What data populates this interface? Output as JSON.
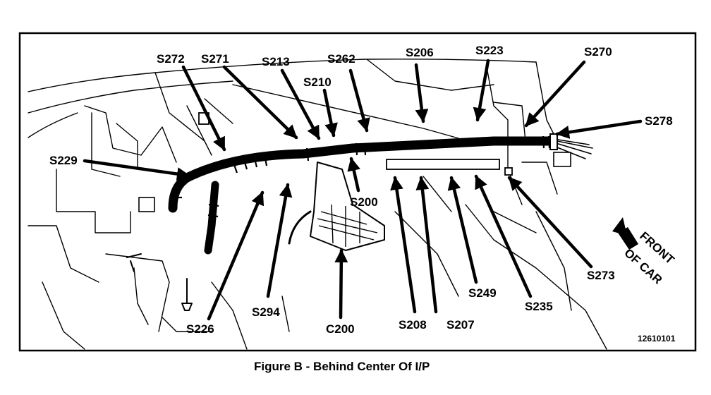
{
  "figure": {
    "caption": "Figure B - Behind Center Of I/P",
    "part_number": "12610101",
    "direction_label": [
      "FRONT",
      "OF CAR"
    ]
  },
  "labels": {
    "s272": "S272",
    "s271": "S271",
    "s213": "S213",
    "s262": "S262",
    "s206": "S206",
    "s223": "S223",
    "s270": "S270",
    "s210": "S210",
    "s278": "S278",
    "s229": "S229",
    "s200": "S200",
    "s273": "S273",
    "s226": "S226",
    "s294": "S294",
    "c200": "C200",
    "s208": "S208",
    "s207": "S207",
    "s249": "S249",
    "s235": "S235"
  },
  "colors": {
    "ink": "#000000",
    "paper": "#ffffff"
  }
}
